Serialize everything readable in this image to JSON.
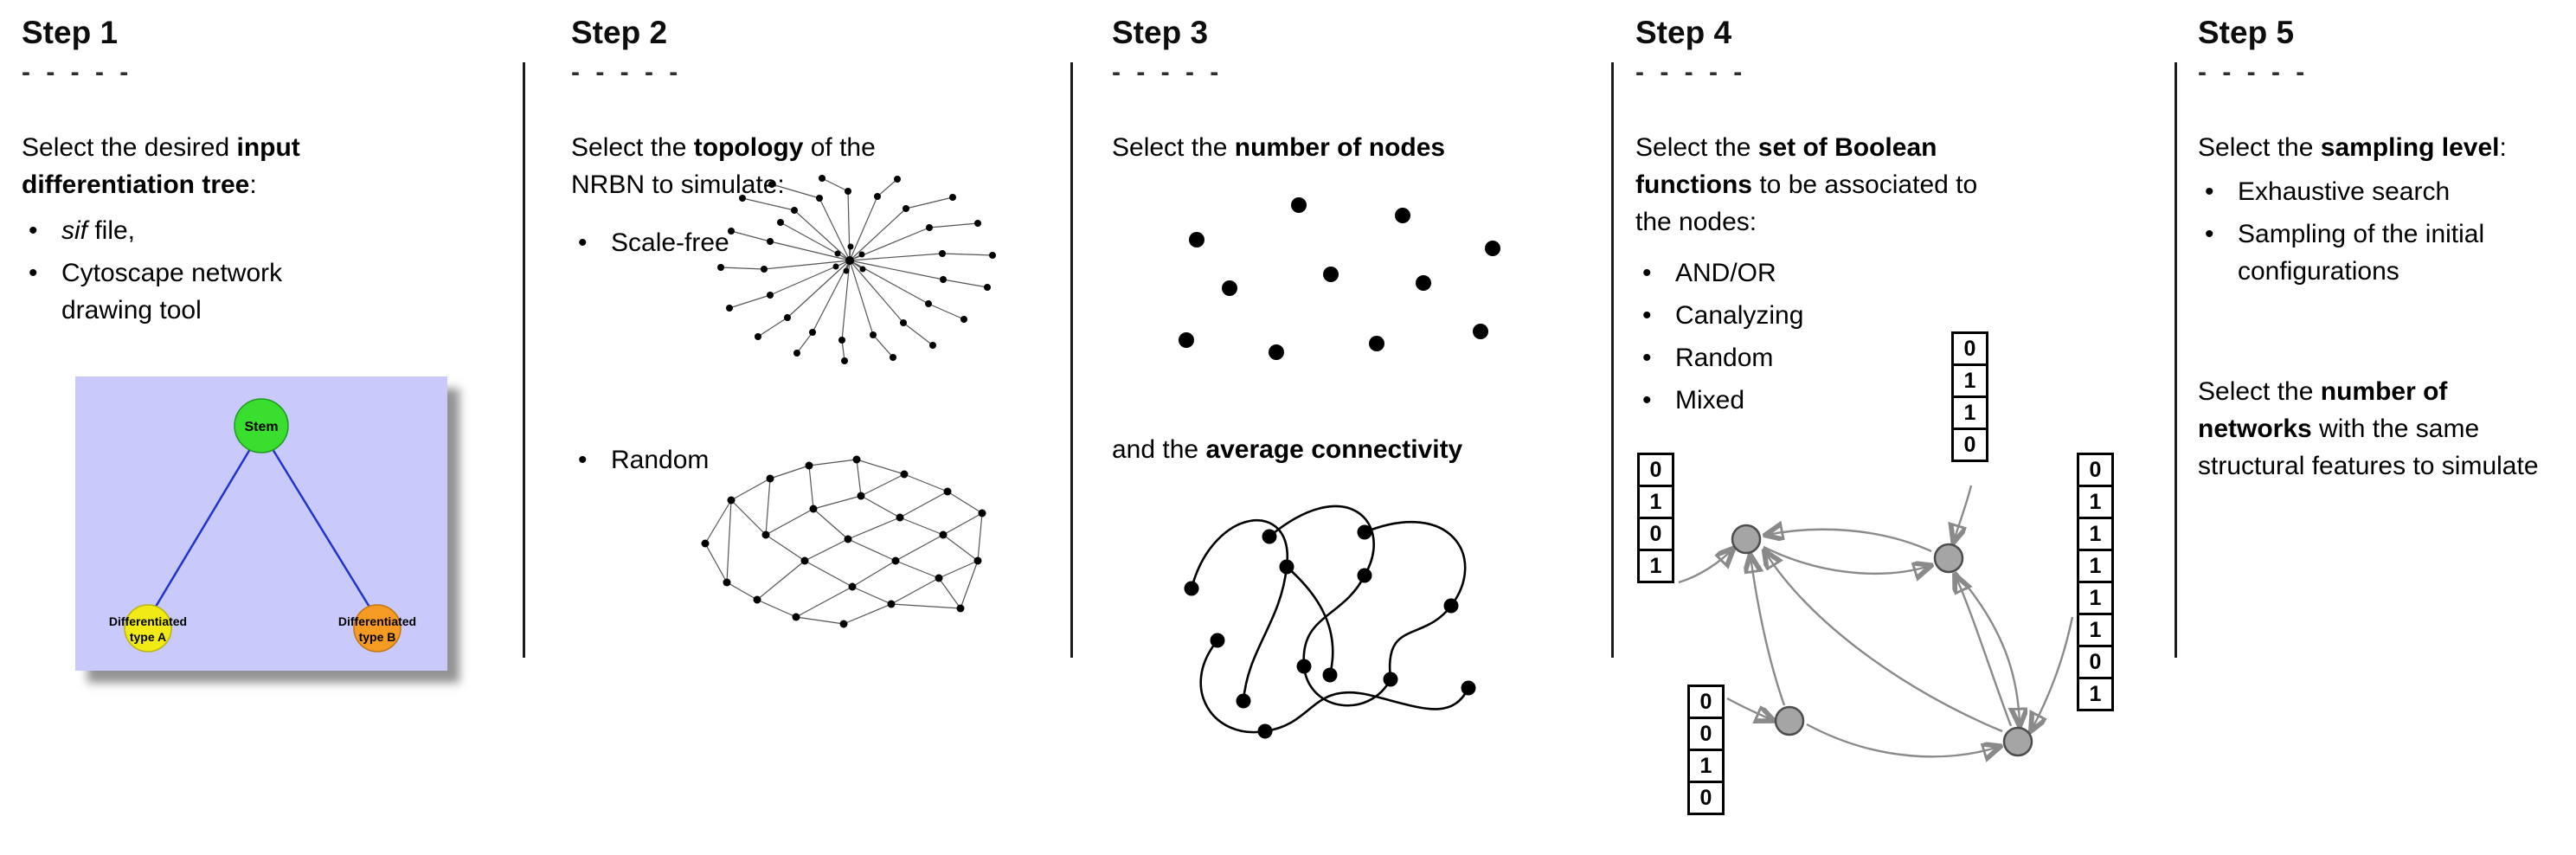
{
  "ui": {
    "bullet": "•"
  },
  "steps": [
    {
      "title": "Step 1",
      "dashes": "- - - - -",
      "intro": {
        "l1_pre": "Select the desired ",
        "l1_bold": "input",
        "l2_bold": "differentiation tree",
        "l2_post": ":"
      },
      "bullets": {
        "b1_italic": "sif",
        "b1_rest": " file,",
        "b2_l1": "Cytoscape network",
        "b2_l2": "drawing tool"
      },
      "tree": {
        "stem": "Stem",
        "a1": "Differentiated",
        "a2": "type A",
        "b1": "Differentiated",
        "b2": "type B",
        "colors": {
          "background": "#c9c9fc",
          "stem": "#3ade2e",
          "type_a": "#f2ea14",
          "type_b": "#f59a22",
          "edge": "#2233cc"
        }
      }
    },
    {
      "title": "Step 2",
      "dashes": "- - - - -",
      "intro": {
        "l1_pre": "Select the ",
        "l1_bold": "topology",
        "l1_post": " of the",
        "l2": "NRBN to simulate:"
      },
      "bullets": [
        {
          "label": "Scale-free"
        },
        {
          "label": "Random"
        }
      ]
    },
    {
      "title": "Step 3",
      "dashes": "- - - - -",
      "p1_pre": "Select the ",
      "p1_bold": "number of nodes",
      "p2_pre": "and the ",
      "p2_bold": "average connectivity"
    },
    {
      "title": "Step 4",
      "dashes": "- - - - -",
      "intro": {
        "l1_pre": "Select the ",
        "l1_bold": "set of Boolean",
        "l2_bold": "functions",
        "l2_post": " to be associated to",
        "l3": "the nodes:"
      },
      "bullets": [
        {
          "label": "AND/OR"
        },
        {
          "label": "Canalyzing"
        },
        {
          "label": "Random"
        },
        {
          "label": "Mixed"
        }
      ],
      "truth_tables": {
        "left": [
          "0",
          "1",
          "0",
          "1"
        ],
        "top": [
          "0",
          "1",
          "1",
          "0"
        ],
        "right": [
          "0",
          "1",
          "1",
          "1",
          "1",
          "1",
          "0",
          "1"
        ],
        "bottom": [
          "0",
          "0",
          "1",
          "0"
        ]
      }
    },
    {
      "title": "Step 5",
      "dashes": "- - - - -",
      "p1_pre": "Select the ",
      "p1_bold": "sampling level",
      "p1_post": ":",
      "bullets": [
        {
          "l1": "Exhaustive search"
        },
        {
          "l1": "Sampling of the initial",
          "l2": "configurations"
        }
      ],
      "p2_l1_pre": "Select the ",
      "p2_l1_bold": "number of",
      "p2_l2_bold": "networks",
      "p2_l2_post": " with the same",
      "p2_l3": "structural features to simulate"
    }
  ]
}
